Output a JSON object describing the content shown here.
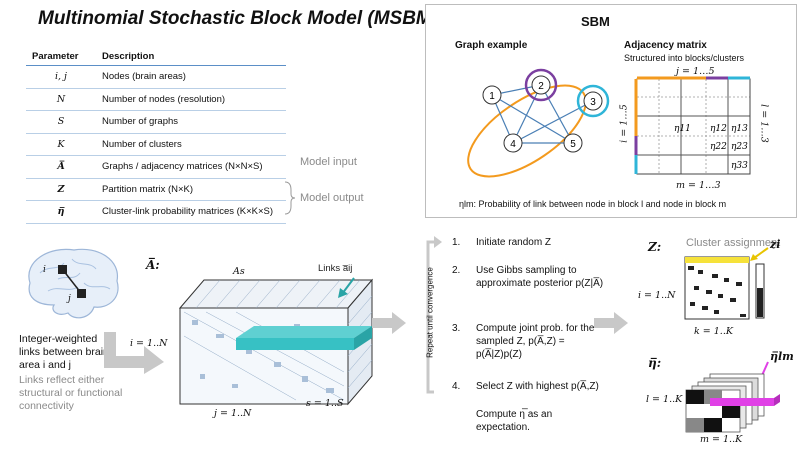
{
  "title": "Multinomial Stochastic Block Model (MSBM)",
  "table": {
    "headers": [
      "Parameter",
      "Description"
    ],
    "rows": [
      {
        "symbol": "i, j",
        "description": "Nodes (brain areas)"
      },
      {
        "symbol": "N",
        "description": "Number of nodes (resolution)"
      },
      {
        "symbol": "S",
        "description": "Number of graphs"
      },
      {
        "symbol": "K",
        "description": "Number of clusters"
      },
      {
        "symbol": "A̅",
        "description": "Graphs / adjacency matrices (N×N×S)"
      },
      {
        "symbol": "Z",
        "description": "Partition matrix (N×K)"
      },
      {
        "symbol": "η̅",
        "description": "Cluster-link probability matrices (K×K×S)"
      }
    ],
    "model_input": "Model input",
    "model_output": "Model output"
  },
  "sbm": {
    "title": "SBM",
    "graph_title": "Graph example",
    "nodes": [
      "1",
      "2",
      "3",
      "4",
      "5"
    ],
    "adj_title": "Adjacency matrix",
    "adj_subtitle": "Structured into blocks/clusters",
    "j_label": "j = 1…5",
    "i_label": "i = 1…5",
    "l_label": "l = 1…3",
    "m_label": "m = 1…3",
    "cells": {
      "e11": "η11",
      "e12": "η12",
      "e13": "η13",
      "e22": "η22",
      "e23": "η23",
      "e33": "η33"
    },
    "caption": "ηlm: Probability of link between node in block l and node in block m"
  },
  "brain": {
    "i_label": "i",
    "j_label": "j",
    "caption1": "Integer-weighted links between brain area i and j",
    "caption2": "Links reflect either structural or functional connectivity"
  },
  "tensor": {
    "a_label": "A̅:",
    "as_label": "As",
    "links_label": "Links a̅ij",
    "i_axis": "i = 1..N",
    "j_axis": "j = 1..N",
    "s_axis": "s = 1..S"
  },
  "loop_label": "Repeat until convergence",
  "steps": [
    {
      "num": "1.",
      "text": "Initiate random Z"
    },
    {
      "num": "2.",
      "text": "Use Gibbs sampling to approximate posterior p(Z|A̅)"
    },
    {
      "num": "3.",
      "text": "Compute joint prob. for the sampled Z, p(A̅,Z) = p(A̅|Z)p(Z)"
    },
    {
      "num": "4.",
      "text": "Select Z with highest p(A̅,Z)"
    },
    {
      "num": "",
      "text": "Compute η̅ as an expectation."
    }
  ],
  "z_panel": {
    "label": "Z:",
    "cluster_assignment": "Cluster assignment",
    "zi": "zi",
    "i_axis": "i = 1..N",
    "k_axis": "k = 1..K"
  },
  "eta_panel": {
    "label": "η̅:",
    "eta_lm": "η̅lm",
    "l_axis": "l = 1..K",
    "m_axis": "m = 1..K"
  },
  "colors": {
    "orange": "#f39a1e",
    "purple": "#7b3fa0",
    "cyan": "#2fb5d8",
    "teal": "#37c1c4",
    "magenta": "#e040e6",
    "yellow": "#f6e23a",
    "gray_arrow": "#c8c8c8"
  }
}
